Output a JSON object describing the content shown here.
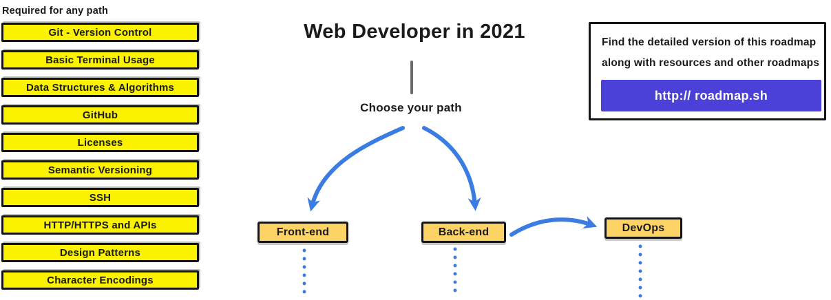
{
  "required": {
    "header": "Required for any path",
    "items": [
      "Git - Version Control",
      "Basic Terminal Usage",
      "Data Structures & Algorithms",
      "GitHub",
      "Licenses",
      "Semantic Versioning",
      "SSH",
      "HTTP/HTTPS and APIs",
      "Design Patterns",
      "Character Encodings"
    ]
  },
  "header": {
    "title": "Web Developer in 2021",
    "choose_label": "Choose your path"
  },
  "paths": {
    "frontend": {
      "label": "Front-end"
    },
    "backend": {
      "label": "Back-end"
    },
    "devops": {
      "label": "DevOps"
    }
  },
  "info": {
    "line1": "Find the detailed version of this roadmap",
    "line2": "along with resources and other roadmaps",
    "button_label": "http:// roadmap.sh"
  },
  "colors": {
    "yellow": "#FBF200",
    "orange": "#FDD365",
    "blue": "#3B7CE3",
    "purple": "#4B41D9",
    "line_gray": "#6B6B6B"
  }
}
